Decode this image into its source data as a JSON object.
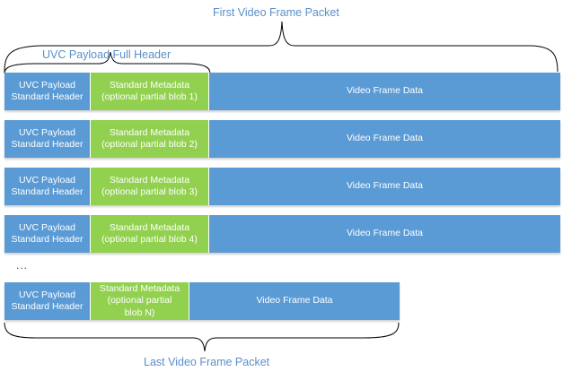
{
  "captions": {
    "first_packet": "First Video Frame Packet",
    "full_header": "UVC Payload Full Header",
    "last_packet": "Last Video Frame Packet"
  },
  "packets": [
    {
      "header": "UVC Payload\nStandard Header",
      "metadata": "Standard Metadata\n(optional partial blob 1)",
      "video": "Video Frame Data"
    },
    {
      "header": "UVC Payload\nStandard Header",
      "metadata": "Standard Metadata\n(optional partial blob 2)",
      "video": "Video Frame Data"
    },
    {
      "header": "UVC Payload\nStandard Header",
      "metadata": "Standard Metadata\n(optional partial blob 3)",
      "video": "Video Frame Data"
    },
    {
      "header": "UVC Payload\nStandard Header",
      "metadata": "Standard Metadata\n(optional partial blob 4)",
      "video": "Video Frame Data"
    }
  ],
  "ellipsis": "...",
  "last_packet": {
    "header": "UVC Payload\nStandard Header",
    "metadata": "Standard Metadata\n(optional partial\nblob N)",
    "video": "Video Frame Data"
  },
  "colors": {
    "header": "#5b9bd5",
    "metadata": "#92d050",
    "video": "#5b9bd5",
    "caption": "#5b8fc8"
  }
}
